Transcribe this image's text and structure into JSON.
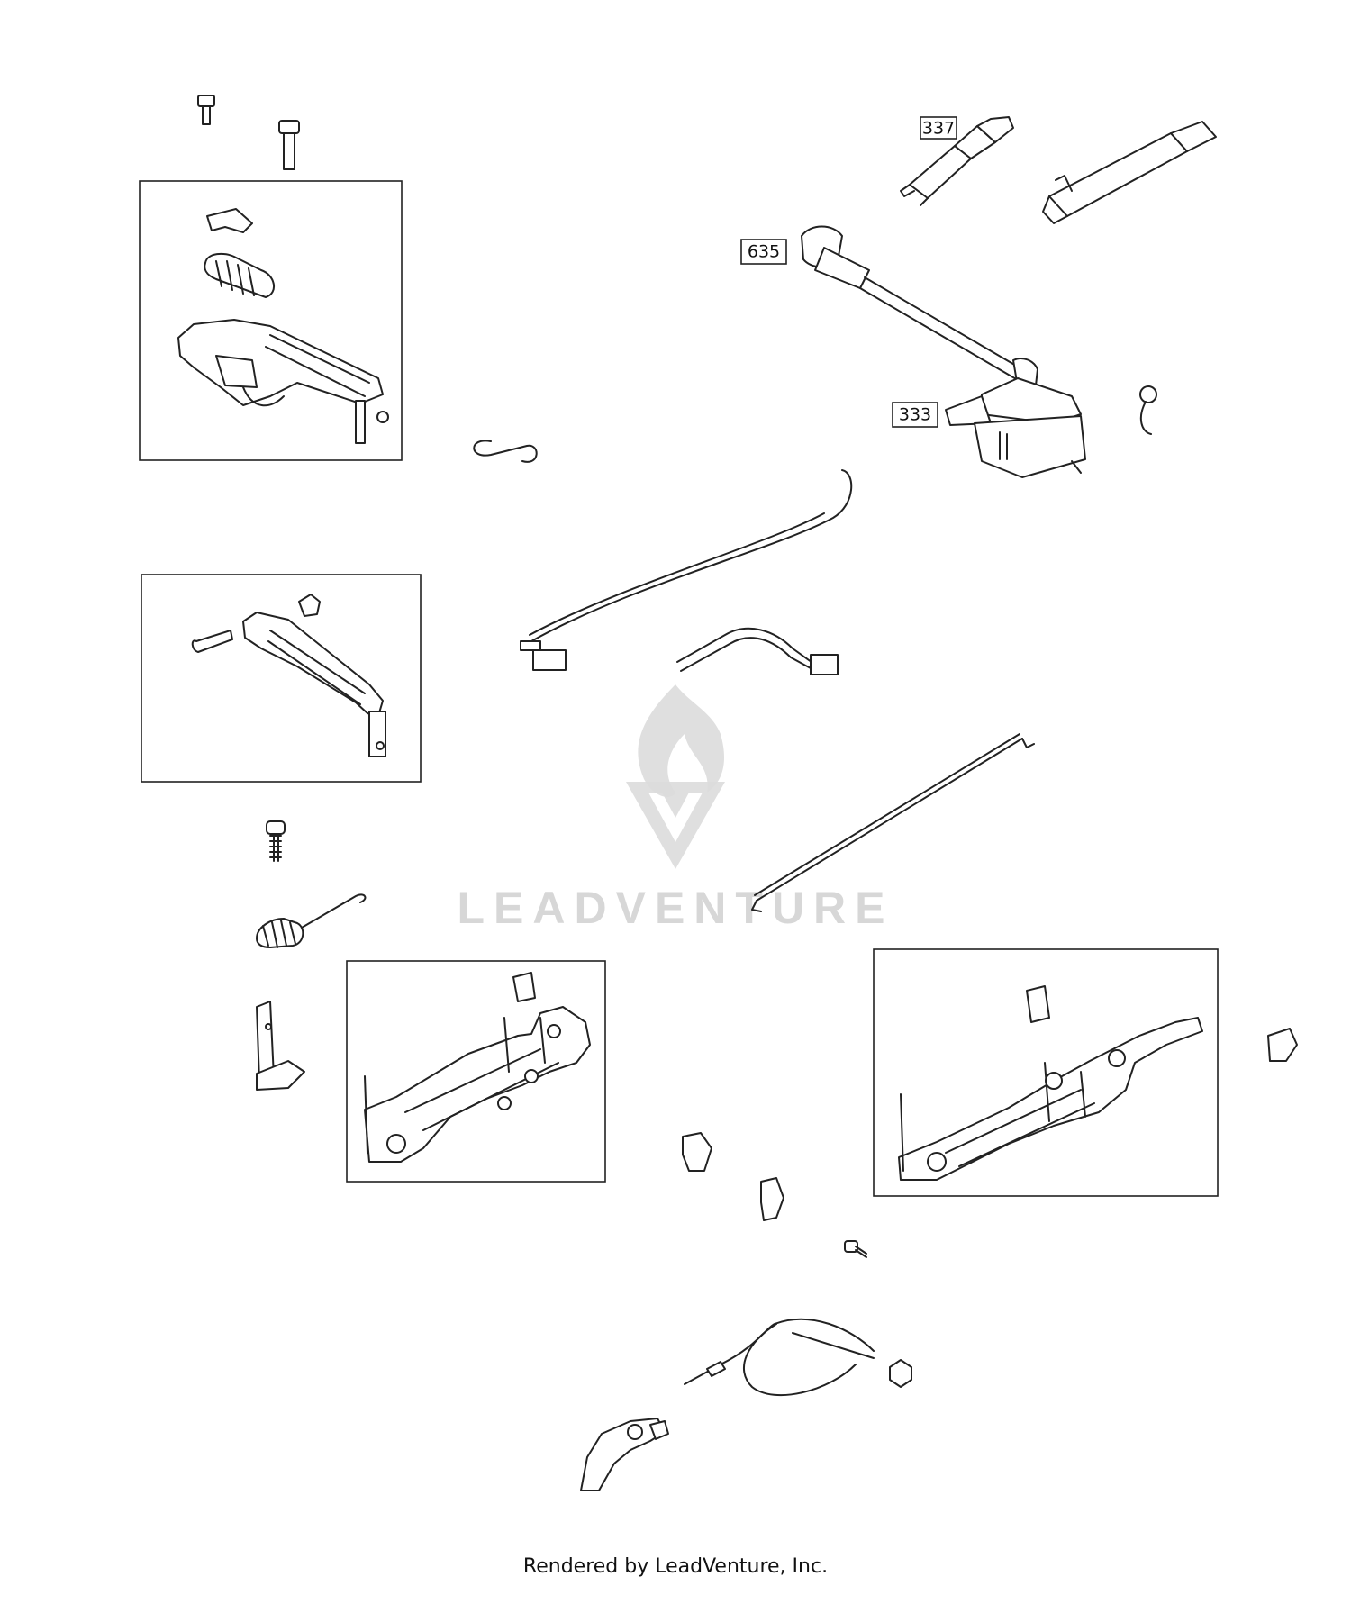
{
  "callouts": [
    {
      "label": "337"
    },
    {
      "label": "635"
    },
    {
      "label": "333"
    }
  ],
  "watermark": {
    "text": "LEADVENTURE"
  },
  "footer": {
    "text": "Rendered by LeadVenture, Inc."
  }
}
